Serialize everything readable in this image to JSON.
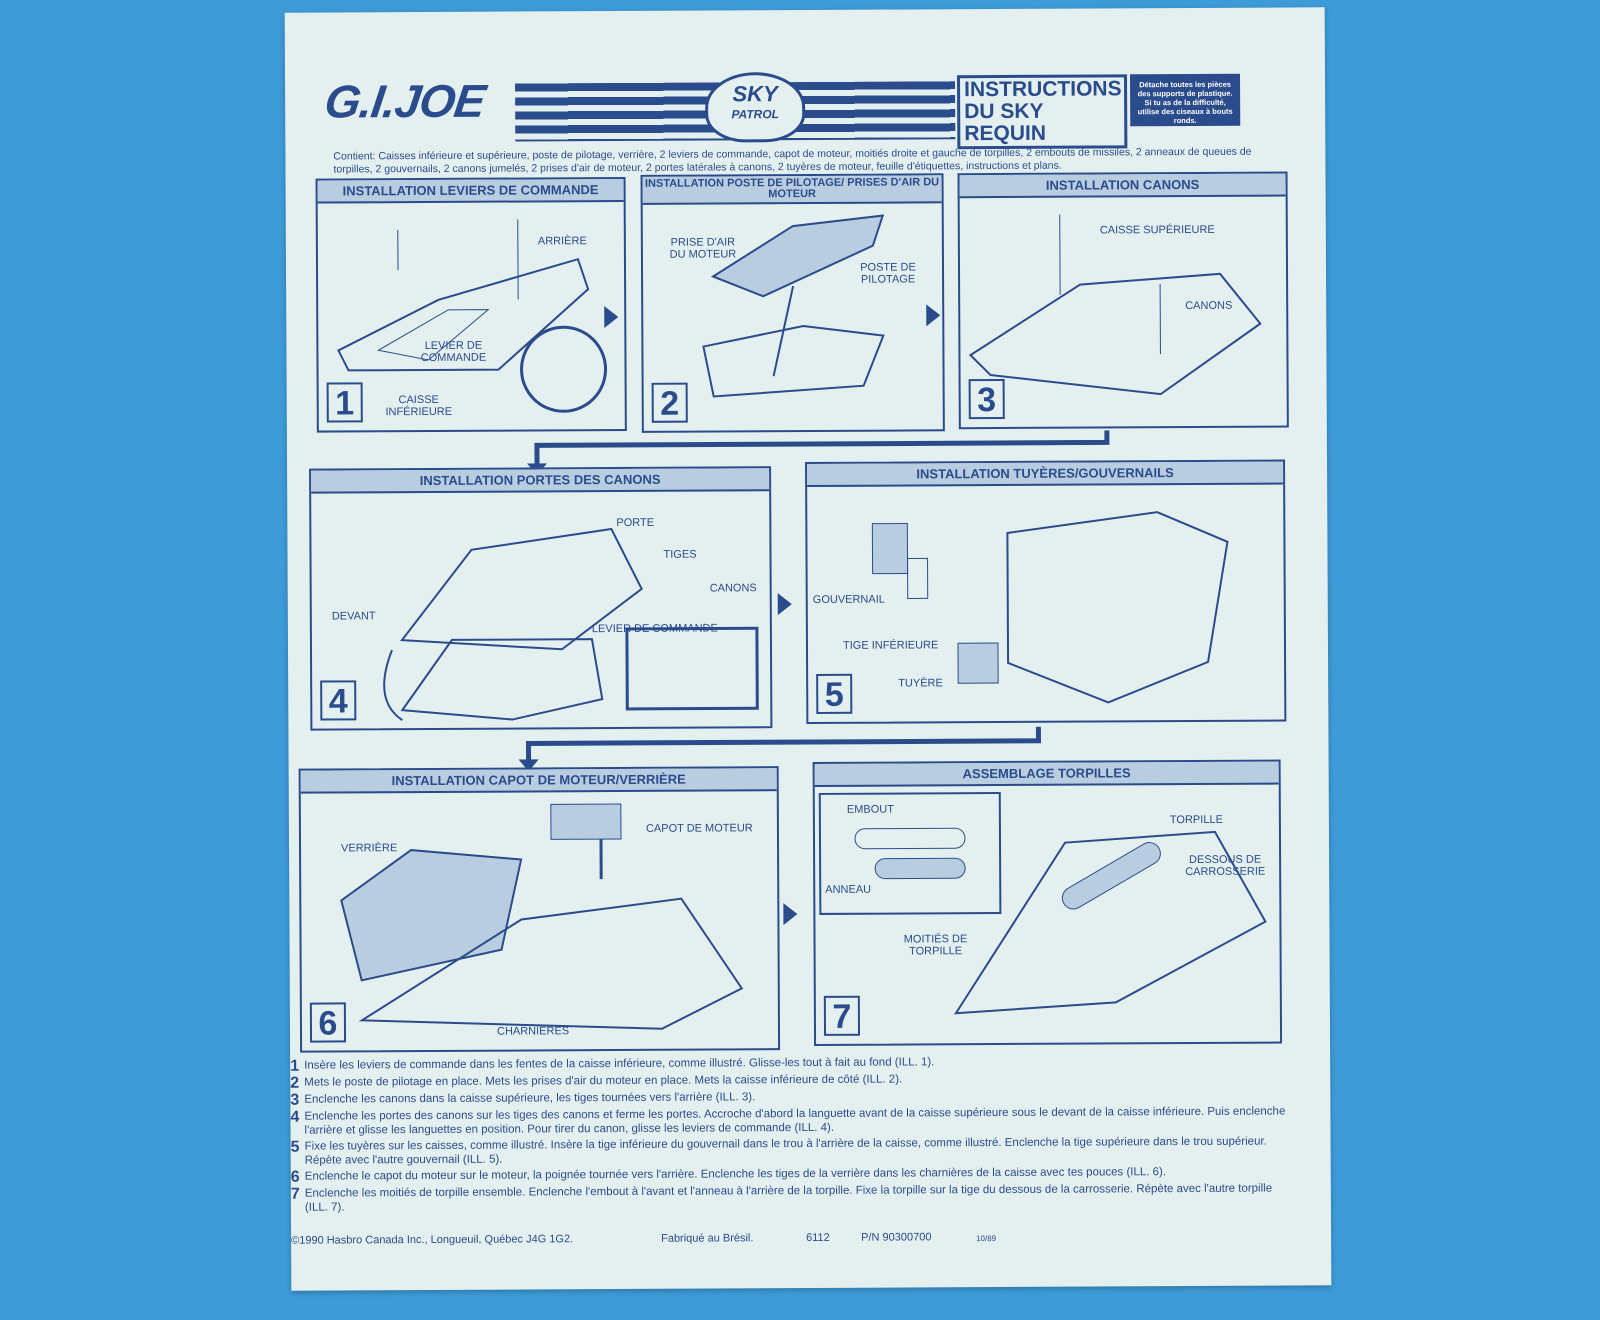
{
  "header": {
    "logo": "G.I.JOE",
    "subbrand_top": "SKY",
    "subbrand_bottom": "PATROL",
    "title_line1": "INSTRUCTIONS",
    "title_line2": "DU SKY REQUIN",
    "note": "Détache toutes les pièces des supports de plastique. Si tu as de la difficulté, utilise des ciseaux à bouts ronds."
  },
  "contents": "Contient: Caisses inférieure et supérieure, poste de pilotage, verrière, 2 leviers de commande, capot de moteur, moitiés droite et gauche de torpilles, 2 embouts de missiles, 2 anneaux de queues de torpilles, 2 gouvernails, 2 canons jumelés, 2 prises d'air de moteur, 2 portes latérales à canons, 2 tuyères de moteur, feuille d'étiquettes, instructions et plans.",
  "panels": [
    {
      "number": "1",
      "title": "INSTALLATION LEVIERS DE COMMANDE",
      "labels": [
        "ARRIÈRE",
        "LEVIER DE COMMANDE",
        "CAISSE INFÉRIEURE"
      ]
    },
    {
      "number": "2",
      "title": "INSTALLATION POSTE DE PILOTAGE/ PRISES D'AIR DU MOTEUR",
      "labels": [
        "PRISE D'AIR DU MOTEUR",
        "POSTE DE PILOTAGE"
      ]
    },
    {
      "number": "3",
      "title": "INSTALLATION CANONS",
      "labels": [
        "CAISSE SUPÉRIEURE",
        "CANONS"
      ]
    },
    {
      "number": "4",
      "title": "INSTALLATION PORTES DES CANONS",
      "labels": [
        "PORTE",
        "TIGES",
        "DEVANT",
        "CANONS",
        "LEVIER DE COMMANDE"
      ]
    },
    {
      "number": "5",
      "title": "INSTALLATION TUYÈRES/GOUVERNAILS",
      "labels": [
        "GOUVERNAIL",
        "TIGE INFÉRIEURE",
        "TUYÈRE"
      ]
    },
    {
      "number": "6",
      "title": "INSTALLATION CAPOT DE MOTEUR/VERRIÈRE",
      "labels": [
        "CAPOT DE MOTEUR",
        "VERRIÈRE",
        "CHARNIÈRES"
      ]
    },
    {
      "number": "7",
      "title": "ASSEMBLAGE TORPILLES",
      "labels": [
        "EMBOUT",
        "ANNEAU",
        "MOITIÉS DE TORPILLE",
        "TORPILLE",
        "DESSOUS DE CARROSSERIE"
      ]
    }
  ],
  "steps": [
    {
      "n": "1",
      "text": "Insère les leviers de commande dans les fentes de la caisse inférieure, comme illustré. Glisse-les tout à fait au fond (ILL. 1)."
    },
    {
      "n": "2",
      "text": "Mets le poste de pilotage en place. Mets les prises d'air du moteur en place. Mets la caisse inférieure de côté (ILL. 2)."
    },
    {
      "n": "3",
      "text": "Enclenche les canons dans la caisse supérieure, les tiges tournées vers l'arrière (ILL. 3)."
    },
    {
      "n": "4",
      "text": "Enclenche les portes des canons sur les tiges des canons et ferme les portes. Accroche d'abord la languette avant de la caisse supérieure sous le devant de la caisse inférieure. Puis enclenche l'arrière et glisse les languettes en position. Pour tirer du canon, glisse les leviers de commande (ILL. 4)."
    },
    {
      "n": "5",
      "text": "Fixe les tuyères sur les caisses, comme illustré. Insère la tige inférieure du gouvernail dans le trou à l'arrière de la caisse, comme illustré. Enclenche la tige supérieure dans le trou supérieur. Répète avec l'autre gouvernail (ILL. 5)."
    },
    {
      "n": "6",
      "text": "Enclenche le capot du moteur sur le moteur, la poignée tournée vers l'arrière. Enclenche les tiges de la verrière dans les charnières de la caisse avec tes pouces (ILL. 6)."
    },
    {
      "n": "7",
      "text": "Enclenche les moitiés de torpille ensemble. Enclenche l'embout à l'avant et l'anneau à l'arrière de la torpille. Fixe la torpille sur la tige du dessous de la carrosserie. Répète avec l'autre torpille (ILL. 7)."
    }
  ],
  "footer": {
    "copyright": "©1990 Hasbro Canada Inc., Longueuil, Québec  J4G 1G2.",
    "made_in": "Fabriqué au Brésil.",
    "code": "6112",
    "part_number": "P/N 90300700",
    "date": "10/89"
  },
  "colors": {
    "ink": "#2b4c8c",
    "paper": "#e4efef",
    "background": "#3d9bd8",
    "header_fill": "#b9cde0"
  }
}
